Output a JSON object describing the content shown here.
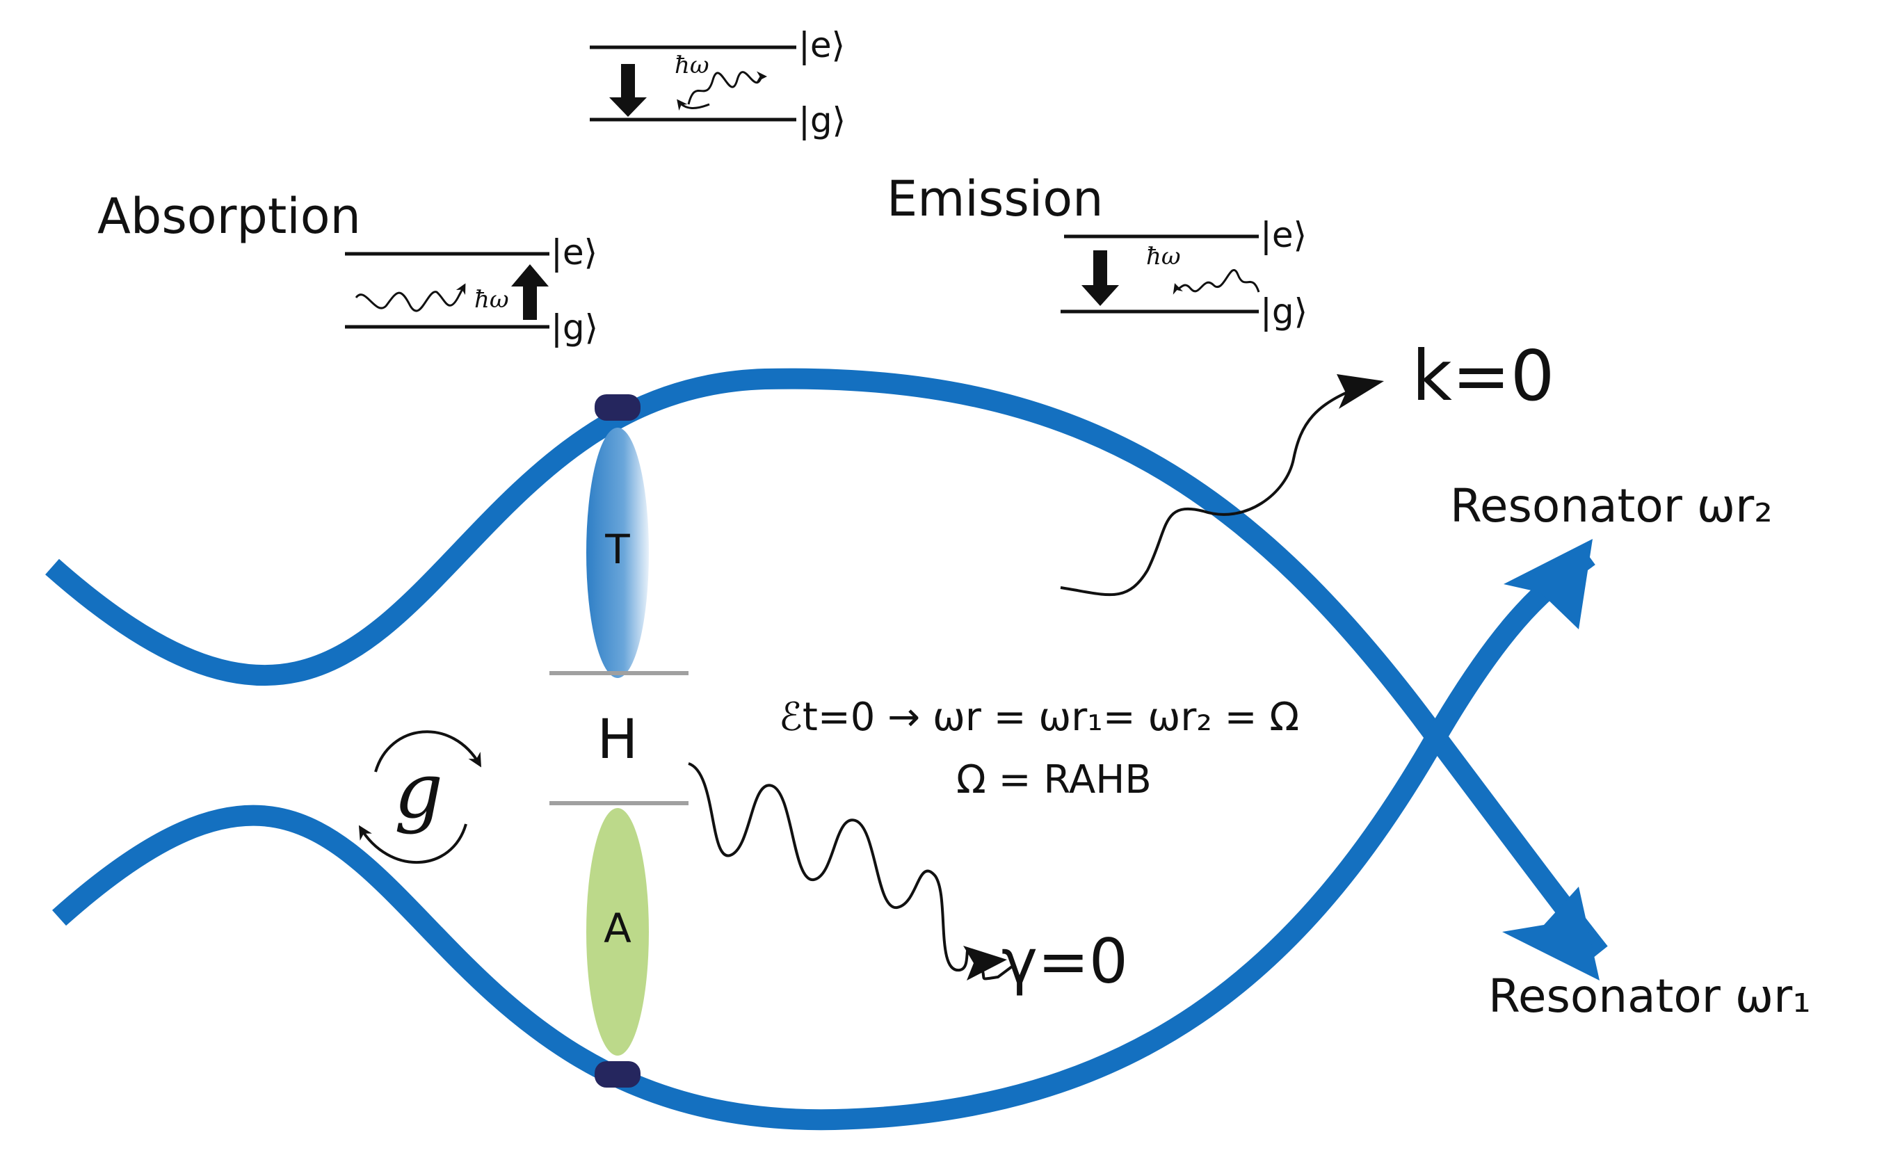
{
  "colors": {
    "resonator": "#1470c0",
    "endcap": "#25265e",
    "bond_line": "#a0a0a0",
    "t_lobe": "#3a88cc",
    "a_lobe": "#bcd98a",
    "ink": "#111111",
    "background": "#ffffff"
  },
  "labels": {
    "absorption": "Absorption",
    "emission": "Emission",
    "k_zero": "k=0",
    "gamma_zero": "γ=0",
    "resonator_r2": "Resonator ωr₂",
    "resonator_r1": "Resonator ωr₁",
    "equation_line1": "ℰt=0 → ωr = ωr₁= ωr₂ = Ω",
    "equation_line2": "Ω = RAHB",
    "coupling": "g",
    "t_label": "T",
    "h_label": "H",
    "a_label": "A"
  },
  "level_diagrams": {
    "top": {
      "excited": "|e⟩",
      "ground": "|g⟩",
      "photon": "ħω"
    },
    "absorption": {
      "excited": "|e⟩",
      "ground": "|g⟩",
      "photon": "ħω"
    },
    "emission": {
      "excited": "|e⟩",
      "ground": "|g⟩",
      "photon": "ħω"
    }
  },
  "icons": {
    "down_arrow": "down-arrow-icon",
    "up_arrow": "up-arrow-icon",
    "wavy_photon": "wavy-photon-icon",
    "rotation": "rotation-arrows-icon"
  }
}
